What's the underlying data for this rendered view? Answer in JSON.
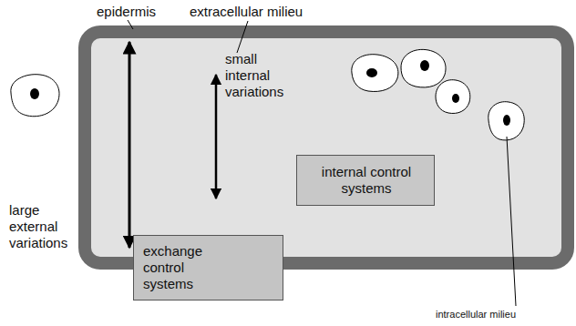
{
  "diagram": {
    "nodes": [
      {
        "text": [
          "internal control systems"
        ]
      },
      {
        "text": [
          "exchange control systems"
        ]
      }
    ],
    "labels": [
      "epidermis",
      "extracellular milieu",
      "small internal variations",
      "large external variations",
      "intracellular milieu"
    ]
  }
}
